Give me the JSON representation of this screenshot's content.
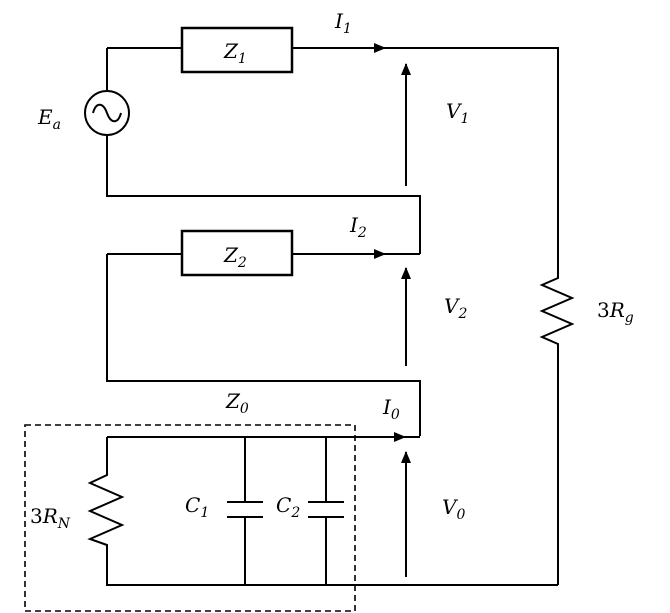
{
  "labels": {
    "ea": "E",
    "ea_sub": "a",
    "z1": "Z",
    "z1_sub": "1",
    "z2": "Z",
    "z2_sub": "2",
    "z0": "Z",
    "z0_sub": "0",
    "i1": "I",
    "i1_sub": "1",
    "i2": "I",
    "i2_sub": "2",
    "i0": "I",
    "i0_sub": "0",
    "v1": "V",
    "v1_sub": "1",
    "v2": "V",
    "v2_sub": "2",
    "v0": "V",
    "v0_sub": "0",
    "rg_coef": "3",
    "rg": "R",
    "rg_sub": "g",
    "rn_coef": "3",
    "rn": "R",
    "rn_sub": "N",
    "c1": "C",
    "c1_sub": "1",
    "c2": "C",
    "c2_sub": "2"
  }
}
